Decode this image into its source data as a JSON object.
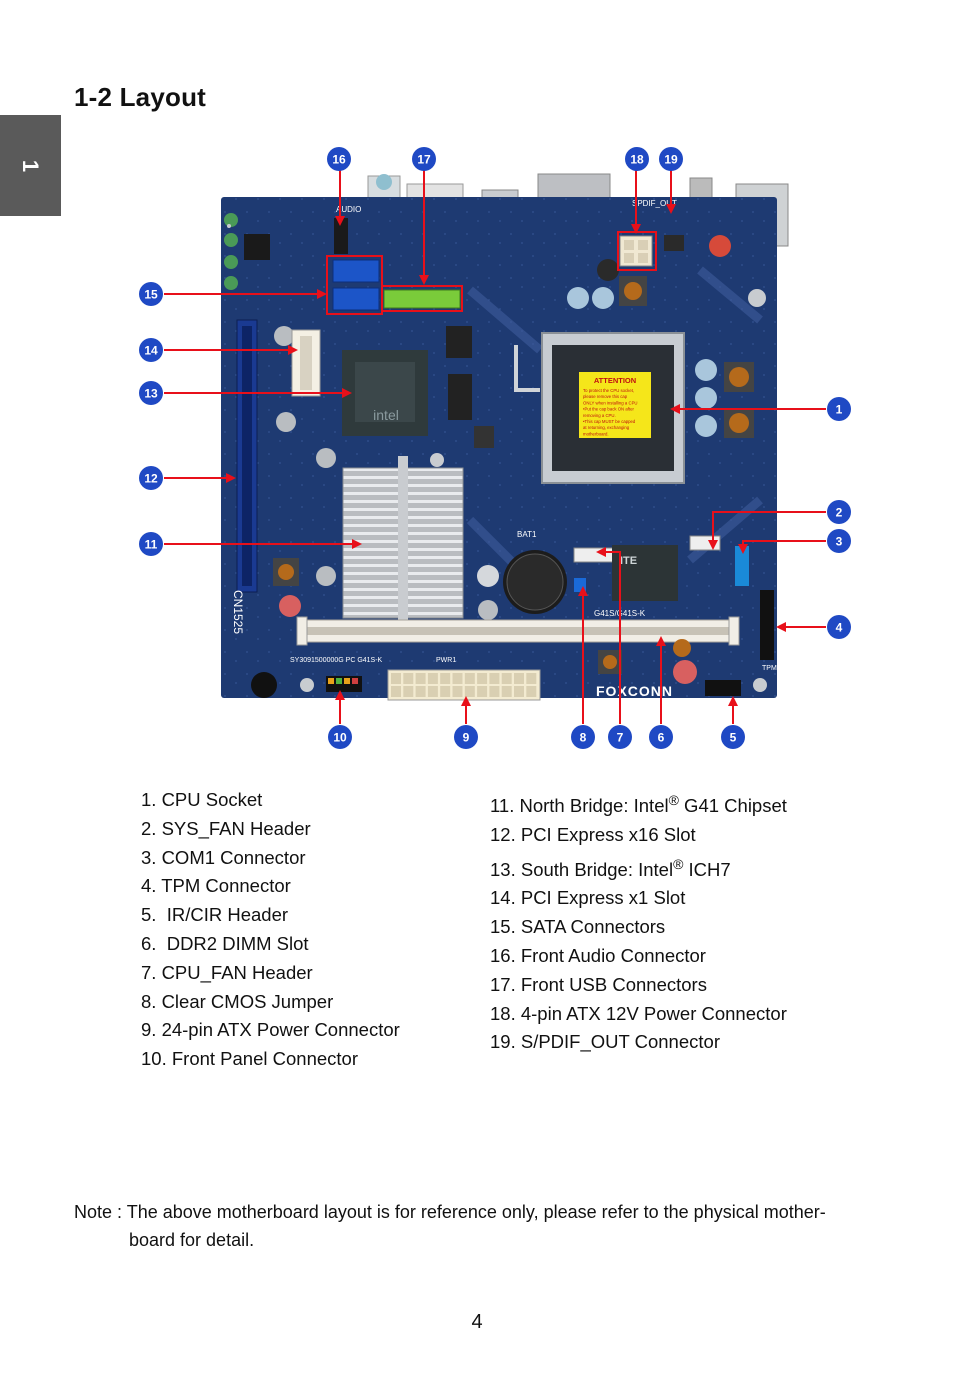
{
  "side_tab": {
    "label": "1"
  },
  "page_title": "1-2 Layout",
  "board": {
    "attention_title": "ATTENTION",
    "attention_body": [
      "To protect the CPU socket,",
      "please remove this cap",
      "ONLY when installing a CPU",
      "•Put the cap back ON after",
      " removing a CPU.",
      "•This cap MUST be capped",
      " at returning, exchanging",
      " motherboard."
    ],
    "logo_text": "intel",
    "brand_text": "FOXCONN",
    "io_chip_text": "ITE",
    "model_text": "G41S/G41S-K",
    "silk_labels": [
      "AUDIO",
      "SPDIF_OUT",
      "BAT1",
      "PWR1",
      "TPM"
    ]
  },
  "callouts": [
    "1",
    "2",
    "3",
    "4",
    "5",
    "6",
    "7",
    "8",
    "9",
    "10",
    "11",
    "12",
    "13",
    "14",
    "15",
    "16",
    "17",
    "18",
    "19"
  ],
  "legend_left": [
    "1. CPU Socket",
    "2. SYS_FAN Header",
    "3. COM1 Connector",
    "4. TPM Connector",
    "5.  IR/CIR Header",
    "6.  DDR2 DIMM Slot",
    "7. CPU_FAN Header",
    "8. Clear CMOS Jumper",
    "9. 24-pin ATX Power Connector",
    "10. Front Panel Connector"
  ],
  "legend_right": {
    "item11_pre": "11. North Bridge: Intel",
    "item11_sup": "®",
    "item11_post": " G41 Chipset",
    "item12": "12. PCI Express x16 Slot",
    "item13_pre": "13. South Bridge: Intel",
    "item13_sup": "®",
    "item13_post": " ICH7",
    "item14": "14. PCI Express x1 Slot",
    "item15": "15. SATA Connectors",
    "item16": "16. Front Audio Connector",
    "item17": "17. Front USB Connectors",
    "item18": "18. 4-pin ATX 12V Power Connector",
    "item19": "19. S/PDIF_OUT Connector"
  },
  "note": {
    "line1": "Note : The above motherboard layout is for reference only, please refer to the physical mother-",
    "line2": "board for detail."
  },
  "page_number": "4",
  "colors": {
    "pcb": "#1c3569",
    "callout": "#1f49c4",
    "arrow": "#e8101a",
    "tab": "#5a5a5a"
  }
}
